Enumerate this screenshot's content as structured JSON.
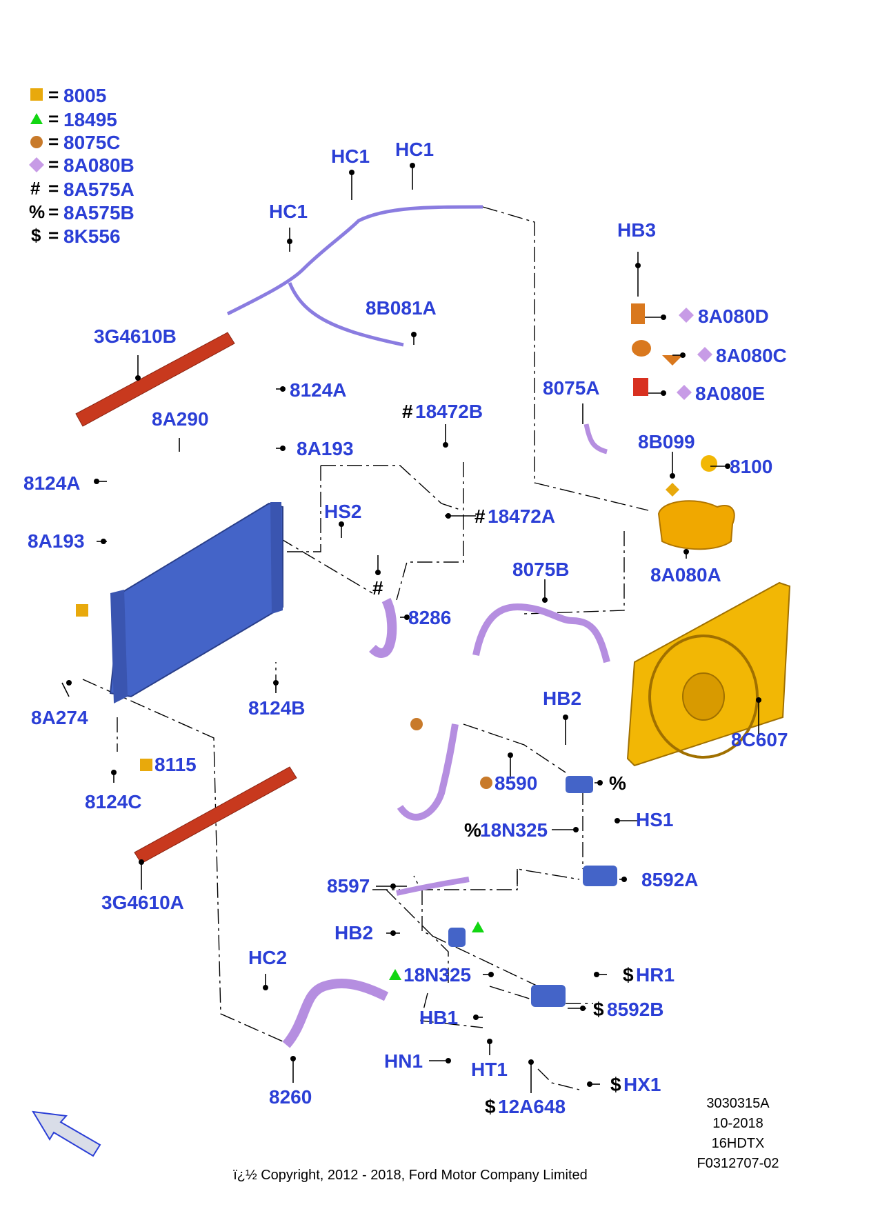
{
  "legend": [
    {
      "symbol": "",
      "shape": "square",
      "color": "#e8a90c",
      "eq": "=",
      "code": "8005"
    },
    {
      "symbol": "",
      "shape": "triangle",
      "color": "#12d612",
      "eq": "=",
      "code": "18495"
    },
    {
      "symbol": "",
      "shape": "circle",
      "color": "#c87a2a",
      "eq": "=",
      "code": "8075C"
    },
    {
      "symbol": "",
      "shape": "diamond",
      "color": "#c79be6",
      "eq": "=",
      "code": "8A080B"
    },
    {
      "symbol": "#",
      "shape": "text",
      "color": "#000000",
      "eq": "=",
      "code": "8A575A"
    },
    {
      "symbol": "%",
      "shape": "text",
      "color": "#000000",
      "eq": "=",
      "code": "8A575B"
    },
    {
      "symbol": "$",
      "shape": "text",
      "color": "#000000",
      "eq": "=",
      "code": "8K556"
    }
  ],
  "labels": {
    "hc1_a": "HC1",
    "hc1_b": "HC1",
    "hc1_c": "HC1",
    "hb3": "HB3",
    "8a080d": "8A080D",
    "8a080c": "8A080C",
    "8a080e": "8A080E",
    "8b081a": "8B081A",
    "3g4610b": "3G4610B",
    "8124a_top": "8124A",
    "8a290": "8A290",
    "18472b": "18472B",
    "18472b_sym": "#",
    "8075a": "8075A",
    "8b099": "8B099",
    "8100": "8100",
    "8a193_top": "8A193",
    "8124a_left": "8124A",
    "hs2": "HS2",
    "18472a": "18472A",
    "18472a_sym": "#",
    "8a080a": "8A080A",
    "8a193_left": "8A193",
    "8075b": "8075B",
    "hash_lone": "#",
    "8286": "8286",
    "8124b": "8124B",
    "8a274": "8A274",
    "8115": "8115",
    "8124c": "8124C",
    "8c607": "8C607",
    "hb2_top": "HB2",
    "8590": "8590",
    "pct_lone": "%",
    "18n325_top": "18N325",
    "18n325_top_sym": "%",
    "hs1": "HS1",
    "8592a": "8592A",
    "3g4610a": "3G4610A",
    "8597": "8597",
    "hb2_bot": "HB2",
    "hc2": "HC2",
    "18n325_bot": "18N325",
    "hr1": "HR1",
    "hr1_sym": "$",
    "8592b": "8592B",
    "8592b_sym": "$",
    "hb1": "HB1",
    "hn1": "HN1",
    "ht1": "HT1",
    "8260": "8260",
    "12a648": "12A648",
    "12a648_sym": "$",
    "hx1": "HX1",
    "hx1_sym": "$"
  },
  "info_block": {
    "line1": "3030315A",
    "line2": "10-2018",
    "line3": "16HDTX",
    "line4": "F0312707-02"
  },
  "copyright": "ï¿½ Copyright, 2012 - 2018, Ford Motor Company Limited",
  "colors": {
    "label_blue": "#2b3fd6",
    "radiator_blue": "#4464c8",
    "hose_purple": "#b58ee0",
    "strip_red": "#c8391e",
    "fan_yellow": "#f2b705",
    "tank_orange": "#f0a800",
    "clip_cyan": "#2fc9d6",
    "cap_red": "#d83020",
    "part_orange": "#d9781e"
  }
}
